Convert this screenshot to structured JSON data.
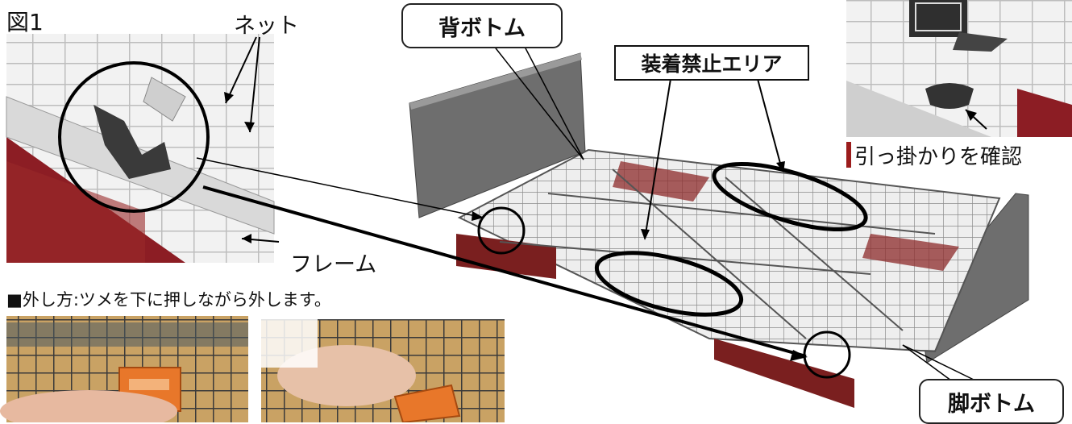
{
  "figure": {
    "title": "図1",
    "labels": {
      "net": "ネット",
      "frame": "フレーム",
      "back_bottom": "背ボトム",
      "forbidden_area": "装着禁止エリア",
      "foot_bottom": "脚ボトム",
      "confirm_hook": "引っ掛かりを確認"
    },
    "instruction": "■外し方:ツメを下に押しながら外します。"
  },
  "colors": {
    "bed_red": "#7a1f1f",
    "panel_gray": "#6e6e6e",
    "orange_clip": "#e8772a",
    "frame_line": "#222222"
  }
}
